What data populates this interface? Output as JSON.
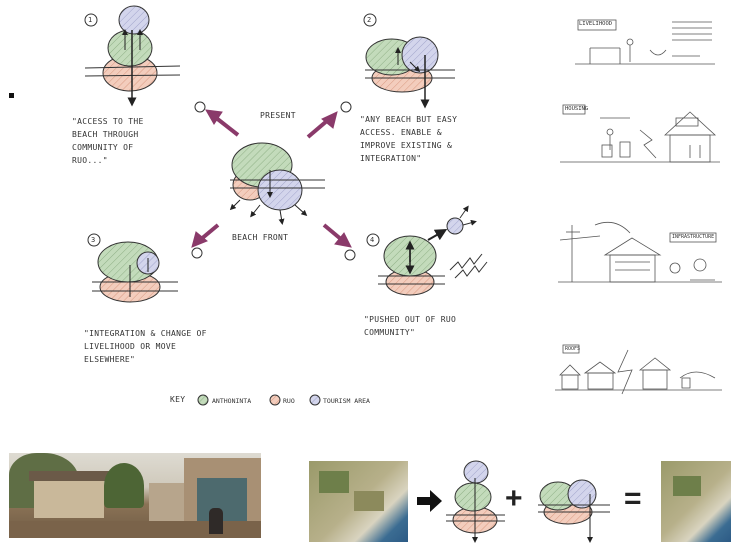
{
  "diagram": {
    "center_label": "BEACH FRONT",
    "present_label": "PRESENT",
    "scenarios": [
      {
        "number": "1",
        "caption": "\"ACCESS TO THE BEACH THROUGH COMMUNITY OF RUO...\""
      },
      {
        "number": "2",
        "caption": "\"ANY BEACH BUT EASY ACCESS. ENABLE & IMPROVE EXISTING & INTEGRATION\""
      },
      {
        "number": "3",
        "caption": "\"INTEGRATION & CHANGE OF LIVELIHOOD OR MOVE ELSEWHERE\""
      },
      {
        "number": "4",
        "caption": "\"PUSHED OUT OF RUO COMMUNITY\""
      }
    ],
    "key": {
      "title": "KEY",
      "items": [
        "ANTHONINTA",
        "RUO",
        "TOURISM AREA"
      ]
    }
  },
  "sketches": {
    "livelihood": "LIVELIHOOD",
    "housing": "HOUSING",
    "infrastructure": "INFRASTRUCTURE",
    "roofs": "ROOFS"
  },
  "operators": {
    "plus": "+",
    "equals": "="
  },
  "colors": {
    "green": "#b9d4b0",
    "red": "#f1c2b0",
    "blue": "#c9cbe6",
    "arrow": "#8a3a6a"
  }
}
